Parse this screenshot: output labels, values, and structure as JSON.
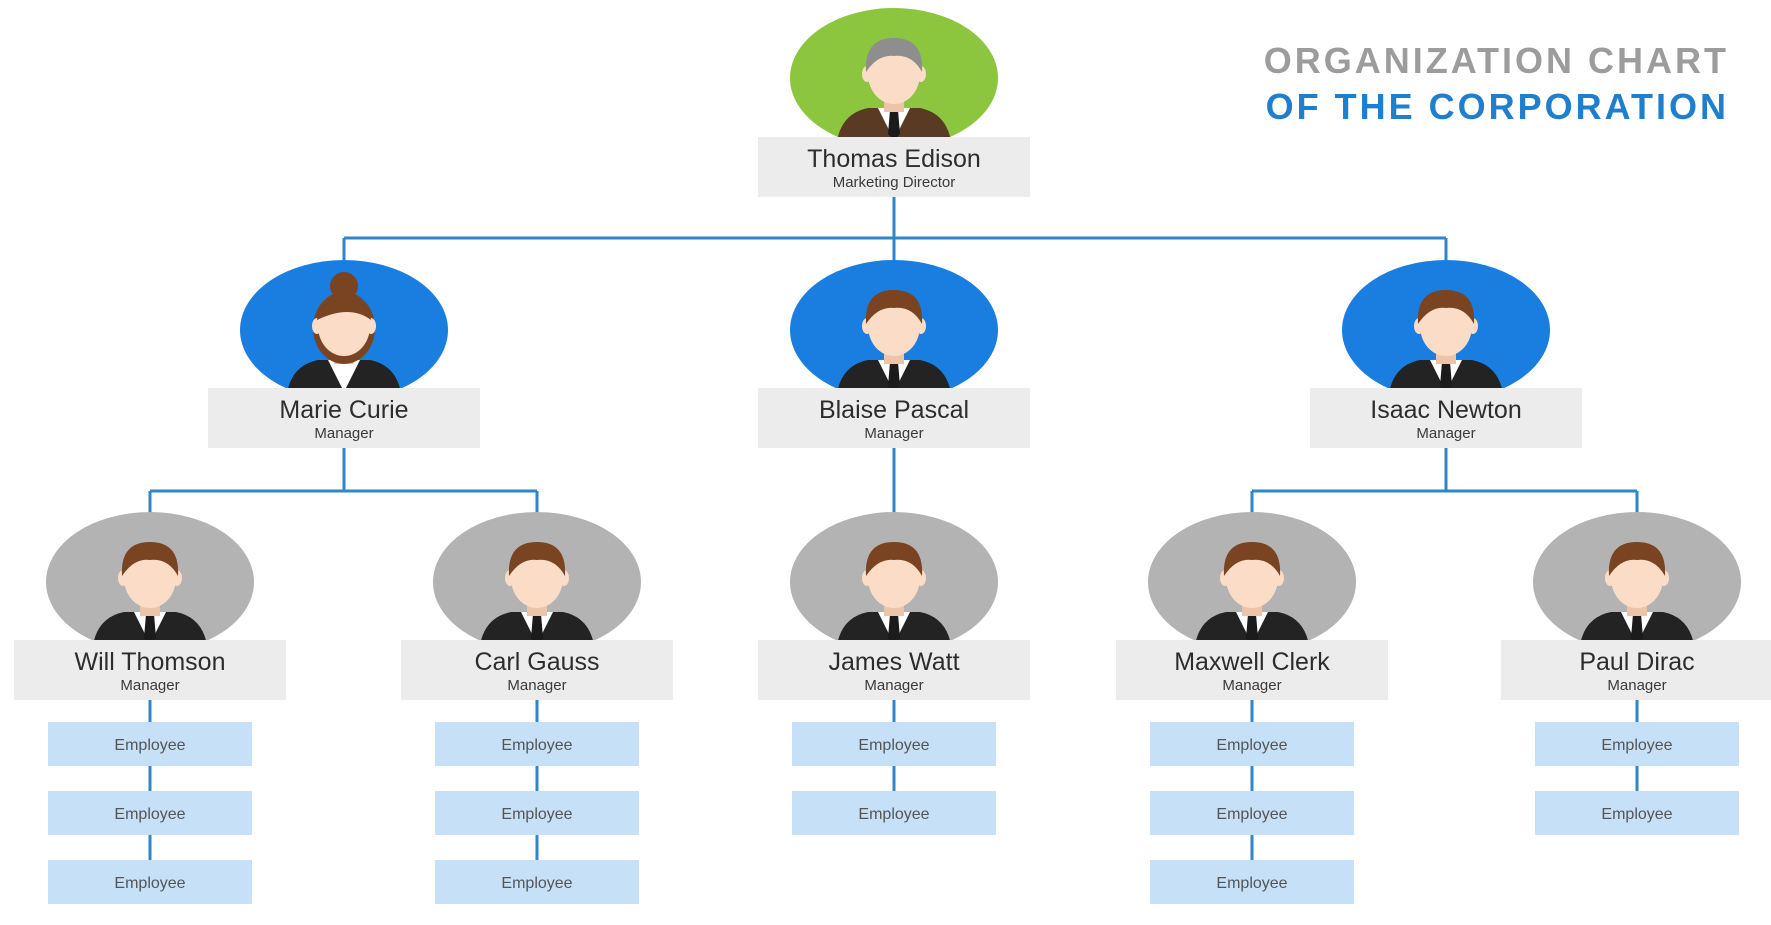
{
  "title": {
    "line1": "ORGANIZATION CHART",
    "line2": "OF THE CORPORATION"
  },
  "colors": {
    "connector": "#2f86c9",
    "name_box": "#ececec",
    "employee_box": "#c5e0f7",
    "director_circle": "#8cc63f",
    "manager_circle": "#1a7de0",
    "staff_circle": "#b3b3b3",
    "hair": "#7a4422",
    "director_hair": "#8e8e8e",
    "skin": "#fbdcc7"
  },
  "icons": {
    "person": "person-avatar-icon"
  },
  "director": {
    "name": "Thomas Edison",
    "role": "Marketing Director"
  },
  "managers": [
    {
      "name": "Marie Curie",
      "role": "Manager",
      "avatar": "woman"
    },
    {
      "name": "Blaise Pascal",
      "role": "Manager",
      "avatar": "man"
    },
    {
      "name": "Isaac Newton",
      "role": "Manager",
      "avatar": "man"
    }
  ],
  "staff": [
    {
      "name": "Will Thomson",
      "role": "Manager",
      "parent": 0,
      "employees": [
        "Employee",
        "Employee",
        "Employee"
      ]
    },
    {
      "name": "Carl Gauss",
      "role": "Manager",
      "parent": 0,
      "employees": [
        "Employee",
        "Employee",
        "Employee"
      ]
    },
    {
      "name": "James Watt",
      "role": "Manager",
      "parent": 1,
      "employees": [
        "Employee",
        "Employee"
      ]
    },
    {
      "name": "Maxwell Clerk",
      "role": "Manager",
      "parent": 2,
      "employees": [
        "Employee",
        "Employee",
        "Employee"
      ]
    },
    {
      "name": "Paul Dirac",
      "role": "Manager",
      "parent": 2,
      "employees": [
        "Employee",
        "Employee"
      ]
    }
  ]
}
